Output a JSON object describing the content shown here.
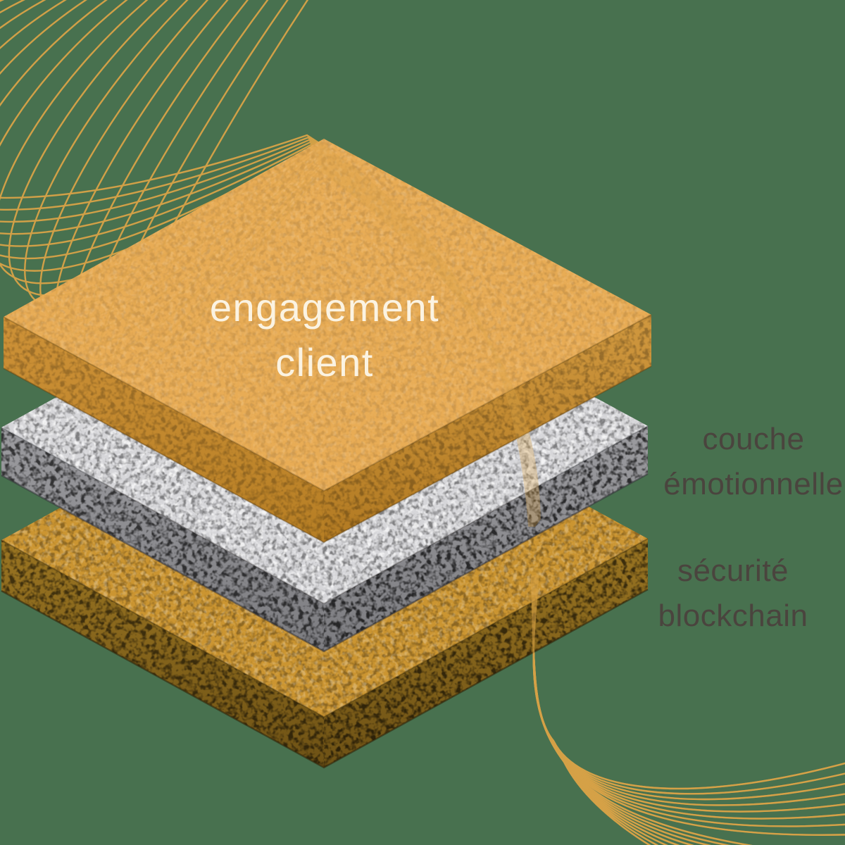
{
  "background_color": "#48714F",
  "decor": {
    "line_color": "#D9A347",
    "line_count": 16
  },
  "diagram": {
    "top_layer": {
      "label_line1": "engagement",
      "label_line2": "client",
      "text_color": "#FBF3E2",
      "face_color": "#E8AC55"
    },
    "middle_layer": {
      "label_line1": "couche",
      "label_line2": "émotionnelle",
      "text_color": "#4A443E",
      "face_color": "#D6D6D9"
    },
    "bottom_layer": {
      "label_line1": "sécurité",
      "label_line2": "blockchain",
      "text_color": "#4A443E",
      "face_color": "#CB9531"
    }
  }
}
